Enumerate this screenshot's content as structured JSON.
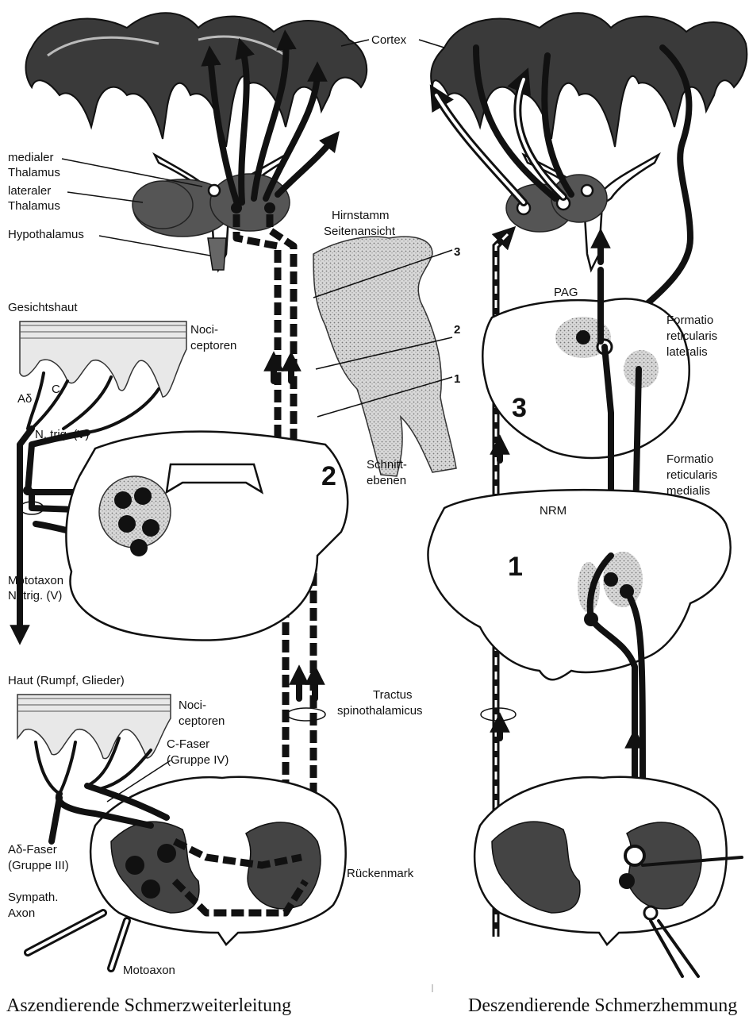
{
  "labels": {
    "cortex": "Cortex",
    "medialer_thalamus": [
      "medialer",
      "Thalamus"
    ],
    "lateraler_thalamus": [
      "lateraler",
      "Thalamus"
    ],
    "hypothalamus": "Hypothalamus",
    "hirnstamm": [
      "Hirnstamm",
      "Seitenansicht"
    ],
    "gesichtshaut": "Gesichtshaut",
    "nociceptoren_top": [
      "Noci-",
      "ceptoren"
    ],
    "a_delta": "Aδ",
    "c": "C",
    "n_trig": "N. trig. (V)",
    "mototaxon": [
      "Mototaxon",
      "N. trig. (V)"
    ],
    "schnittebenen": [
      "Schnitt-",
      "ebenen"
    ],
    "section_3": "3",
    "section_2": "2",
    "section_1": "1",
    "haut": "Haut (Rumpf, Glieder)",
    "nociceptoren_bottom": [
      "Noci-",
      "ceptoren"
    ],
    "c_faser": [
      "C-Faser",
      "(Gruppe IV)"
    ],
    "a_delta_faser": [
      "Aδ-Faser",
      "(Gruppe III)"
    ],
    "sympath_axon": [
      "Sympath.",
      "Axon"
    ],
    "motoaxon": "Motoaxon",
    "tractus": [
      "Tractus",
      "spinothalamicus"
    ],
    "rueckenmark": "Rückenmark",
    "pag": "PAG",
    "formatio_lateralis": [
      "Formatio",
      "reticularis",
      "lateralis"
    ],
    "formatio_medialis": [
      "Formatio",
      "reticularis",
      "medialis"
    ],
    "nrm": "NRM"
  },
  "captions": {
    "left": "Aszendierende Schmerzweiterleitung",
    "right": "Deszendierende Schmerzhemmung"
  }
}
